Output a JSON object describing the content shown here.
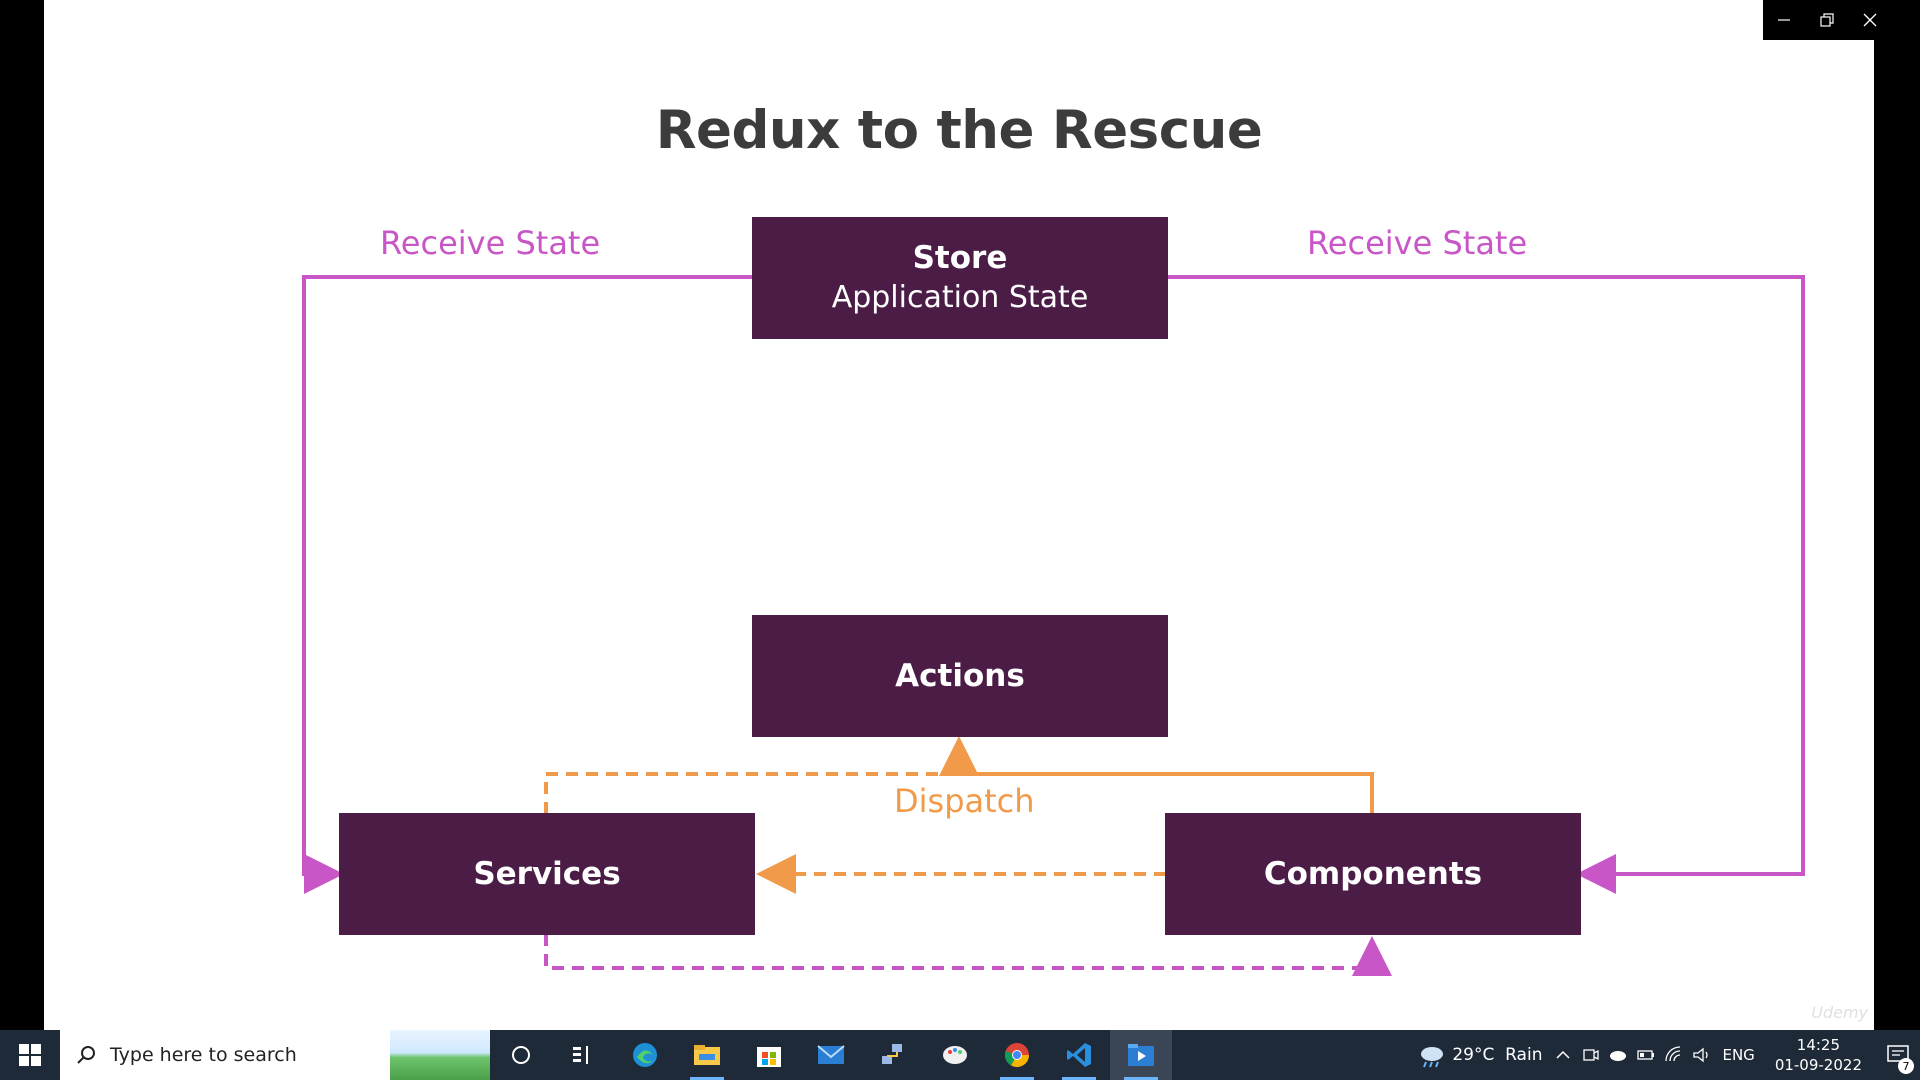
{
  "slide": {
    "title": "Redux to the Rescue",
    "store_title": "Store",
    "store_subtitle": "Application State",
    "actions_label": "Actions",
    "services_label": "Services",
    "components_label": "Components",
    "receive_state_left": "Receive State",
    "receive_state_right": "Receive State",
    "dispatch_label": "Dispatch",
    "watermark": "Udemy",
    "colors": {
      "box": "#4b1c46",
      "pink_flow": "#c856c6",
      "orange_flow": "#f09a4a",
      "title": "#3c3c3c"
    }
  },
  "taskbar": {
    "search_placeholder": "Type here to search",
    "pinned_icons": [
      "cortana-icon",
      "task-view-icon",
      "edge-icon",
      "file-explorer-icon",
      "store-icon",
      "mail-icon",
      "network-app-icon",
      "paint-icon",
      "chrome-icon",
      "vscode-icon",
      "media-player-icon"
    ],
    "weather": "29°C  Rain",
    "language": "ENG",
    "time": "14:25",
    "date": "01-09-2022",
    "notification_count": "7"
  }
}
